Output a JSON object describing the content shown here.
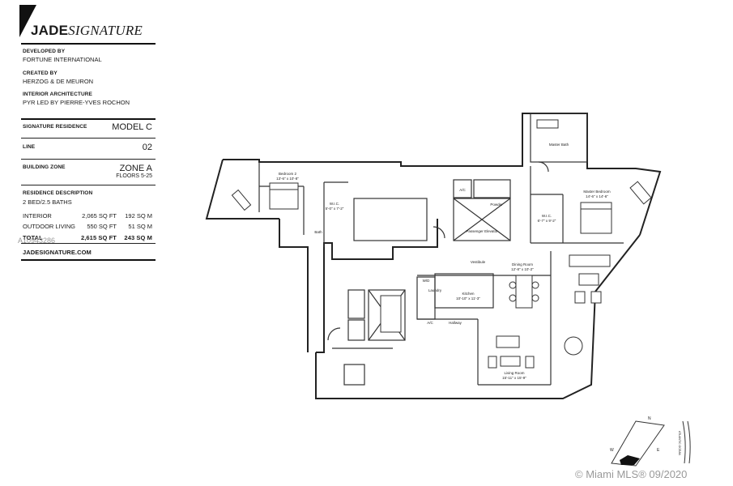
{
  "brand": {
    "name_bold": "JADE",
    "name_italic": "SIGNATURE"
  },
  "credits": [
    {
      "label": "DEVELOPED BY",
      "value": "FORTUNE INTERNATIONAL"
    },
    {
      "label": "CREATED BY",
      "value": "HERZOG & DE MEURON"
    },
    {
      "label": "INTERIOR ARCHITECTURE",
      "value": "PYR LED BY PIERRE-YVES ROCHON"
    }
  ],
  "residence": {
    "label": "SIGNATURE RESIDENCE",
    "value": "MODEL C"
  },
  "line": {
    "label": "LINE",
    "value": "02"
  },
  "zone": {
    "label": "BUILDING ZONE",
    "value": "ZONE A",
    "floors": "FLOORS 5-25"
  },
  "description": {
    "label": "RESIDENCE DESCRIPTION",
    "value": "2 BED/2.5 BATHS"
  },
  "areas": [
    {
      "name": "INTERIOR",
      "sqft": "2,065 SQ FT",
      "sqm": "192 SQ M"
    },
    {
      "name": "OUTDOOR LIVING",
      "sqft": "550 SQ FT",
      "sqm": "51 SQ M"
    }
  ],
  "total": {
    "name": "TOTAL",
    "sqft": "2,615 SQ FT",
    "sqm": "243 SQ M"
  },
  "website": "JADESIGNATURE.COM",
  "left_watermark": "A10943286",
  "watermark": "© Miami MLS® 09/2020",
  "rooms": {
    "bedroom2": "Bedroom 2",
    "bedroom2_dim": "13'-6\" x 10'-8\"",
    "wic1": "W.I.C.",
    "wic1_dim": "5'-0\" x 7'-2\"",
    "bath": "Bath",
    "master_bath": "Master Bath",
    "master_bedroom": "Master Bedroom",
    "master_bedroom_dim": "14'-6\" x 14'-6\"",
    "wic2": "W.I.C.",
    "wic2_dim": "6'-7\" x 9'-2\"",
    "ac1": "A/C",
    "powder": "Powder",
    "passenger_elevator": "Passenger Elevator",
    "vestibule": "Vestibule",
    "dining_room": "Dining Room",
    "dining_room_dim": "12'-8\" x 10'-2\"",
    "wd": "W/D",
    "laundry": "Laundry",
    "kitchen": "Kitchen",
    "kitchen_dim": "10'-10\" x 11'-3\"",
    "ac2": "A/C",
    "hallway": "Hallway",
    "living_room": "Living Room",
    "living_room_dim": "15'-11\" x 15'-9\""
  },
  "compass": {
    "n": "N",
    "w": "W",
    "e": "E",
    "road": "ATLANTIC OCEAN"
  }
}
